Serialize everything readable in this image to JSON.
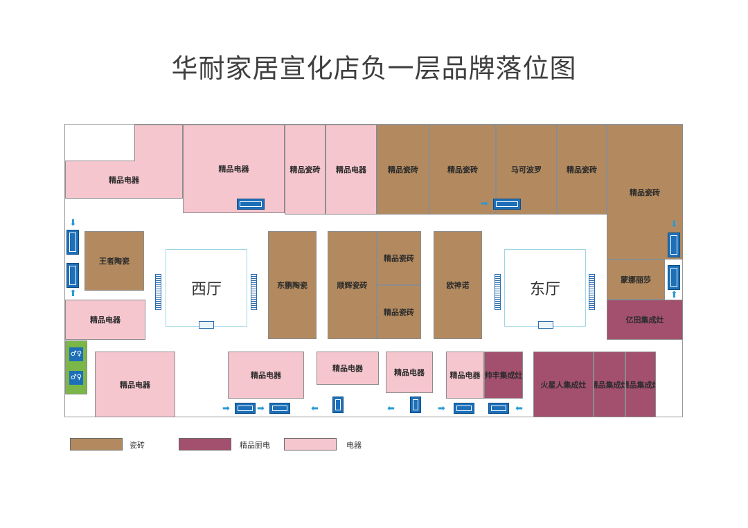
{
  "title": "华耐家居宣化店负一层品牌落位图",
  "colors": {
    "tile": "#b38a5f",
    "kitchen": "#a3506e",
    "electrical": "#f6c6cf",
    "restroom": "#7ab648",
    "route": "#2a9ad4"
  },
  "halls": {
    "west": "西厅",
    "east": "东厅"
  },
  "zones": {
    "top_elec_1": "精品电器",
    "top_elec_2": "精品电器",
    "top_tile_1": "精品瓷砖",
    "top_elec_3": "精品电器",
    "top_tile_2": "精品瓷砖",
    "top_tile_3": "精品瓷砖",
    "top_macrobo": "马可波罗",
    "top_tile_4": "精品瓷砖",
    "right_tile": "精品瓷砖",
    "wangzhe": "王者陶瓷",
    "dongpeng": "东鹏陶瓷",
    "shunhui": "顺辉瓷砖",
    "mid_tile_1": "精品瓷砖",
    "mid_tile_2": "精品瓷砖",
    "oushennuo": "欧神诺",
    "mengna": "蒙娜丽莎",
    "yitian": "亿田集成灶",
    "left_elec": "精品电器",
    "bot_elec_1": "精品电器",
    "bot_elec_2": "精品电器",
    "bot_elec_3": "精品电器",
    "bot_elec_4": "精品电器",
    "bot_elec_5": "精品电器",
    "shuaifeng": "帅丰集成灶",
    "huoxingren": "火星人集成灶",
    "stove_1": "精品集成灶",
    "stove_2": "精品集成灶"
  },
  "legend": [
    {
      "label": "瓷砖",
      "color": "#b38a5f"
    },
    {
      "label": "精品厨电",
      "color": "#a3506e"
    },
    {
      "label": "电器",
      "color": "#f6c6cf"
    }
  ]
}
